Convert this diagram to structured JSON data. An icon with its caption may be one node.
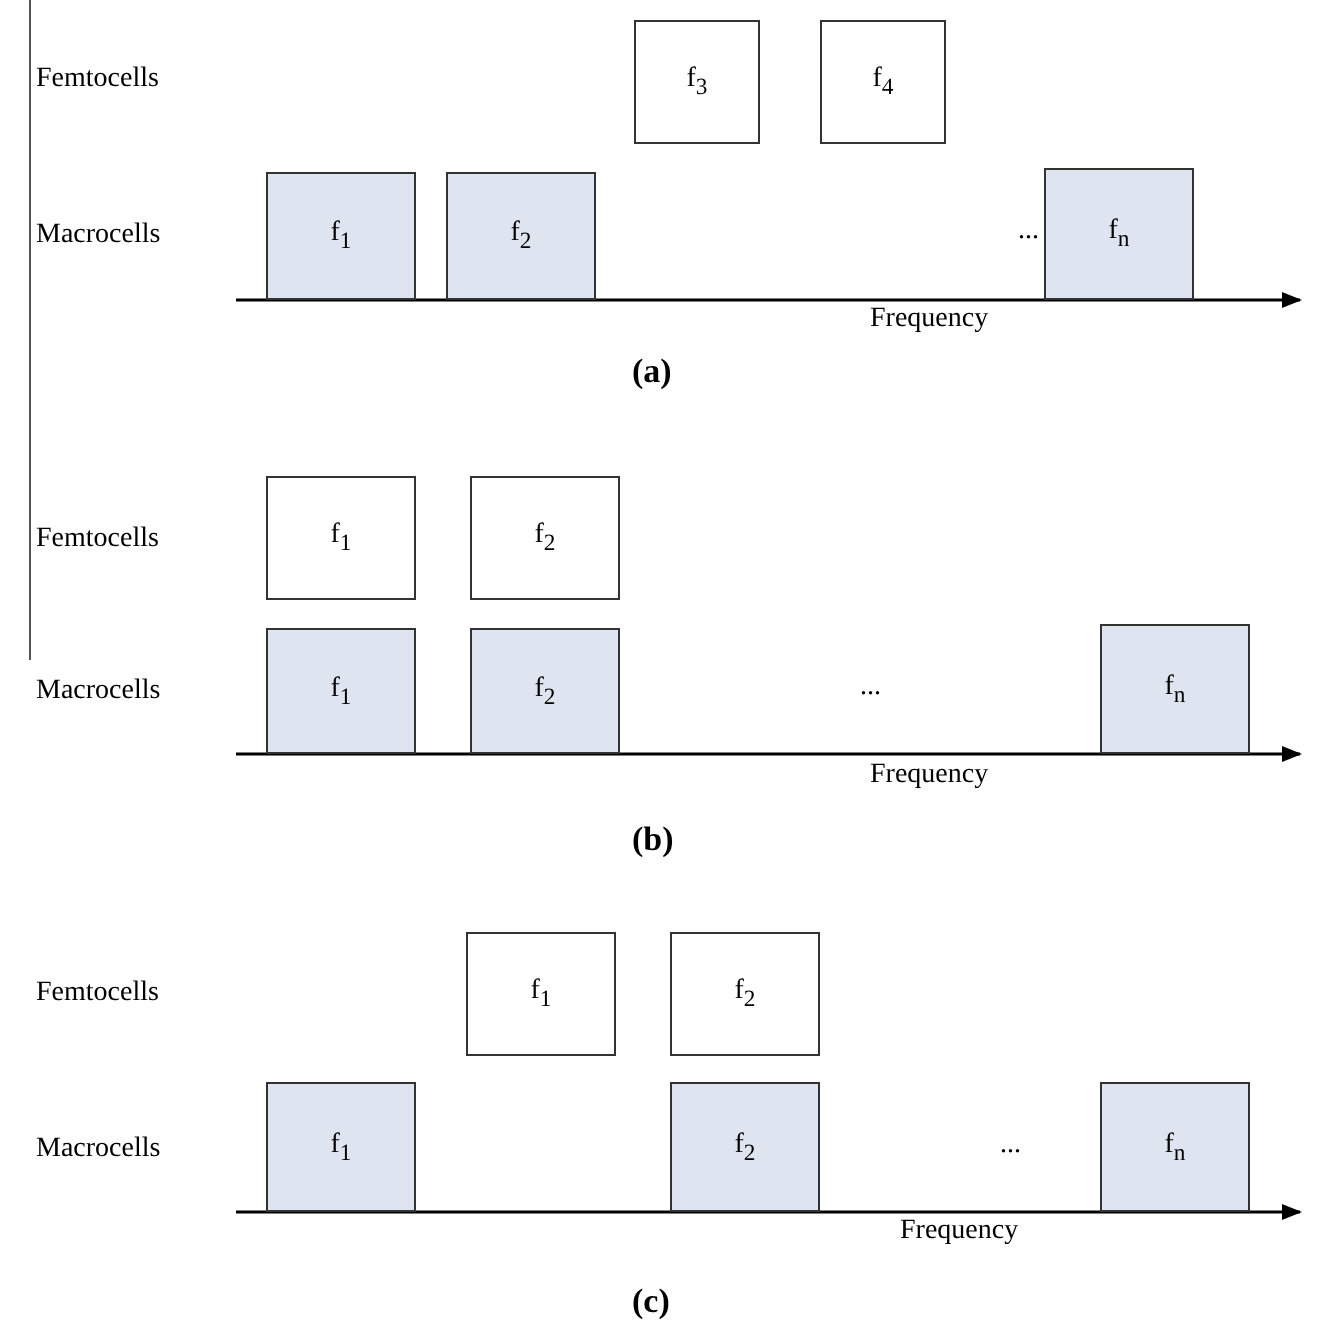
{
  "diagram": {
    "nodes": [
      {
        "text": [
          "f$_{3}$"
        ]
      },
      {
        "text": [
          "f$_{4}$"
        ]
      },
      {
        "text": [
          "f$_{1}$"
        ]
      },
      {
        "text": [
          "f$_{2}$"
        ]
      },
      {
        "text": [
          "f$_{n}$"
        ]
      },
      {
        "text": [
          "f$_{1}$"
        ]
      },
      {
        "text": [
          "f$_{2}$"
        ]
      },
      {
        "text": [
          "f$_{1}$"
        ]
      },
      {
        "text": [
          "f$_{2}$"
        ]
      },
      {
        "text": [
          "f$_{n}$"
        ]
      },
      {
        "text": [
          "f$_{1}$"
        ]
      },
      {
        "text": [
          "f$_{2}$"
        ]
      },
      {
        "text": [
          "f$_{1}$"
        ]
      },
      {
        "text": [
          "f$_{2}$"
        ]
      },
      {
        "text": [
          "f$_{n}$"
        ]
      }
    ],
    "labels": [
      "Femtocells",
      "Macrocells",
      "...",
      "Frequency",
      "(a)",
      "Femtocells",
      "Macrocells",
      "...",
      "Frequency",
      "(b)",
      "Femtocells",
      "Macrocells",
      "...",
      "Frequency",
      "(c)"
    ]
  }
}
